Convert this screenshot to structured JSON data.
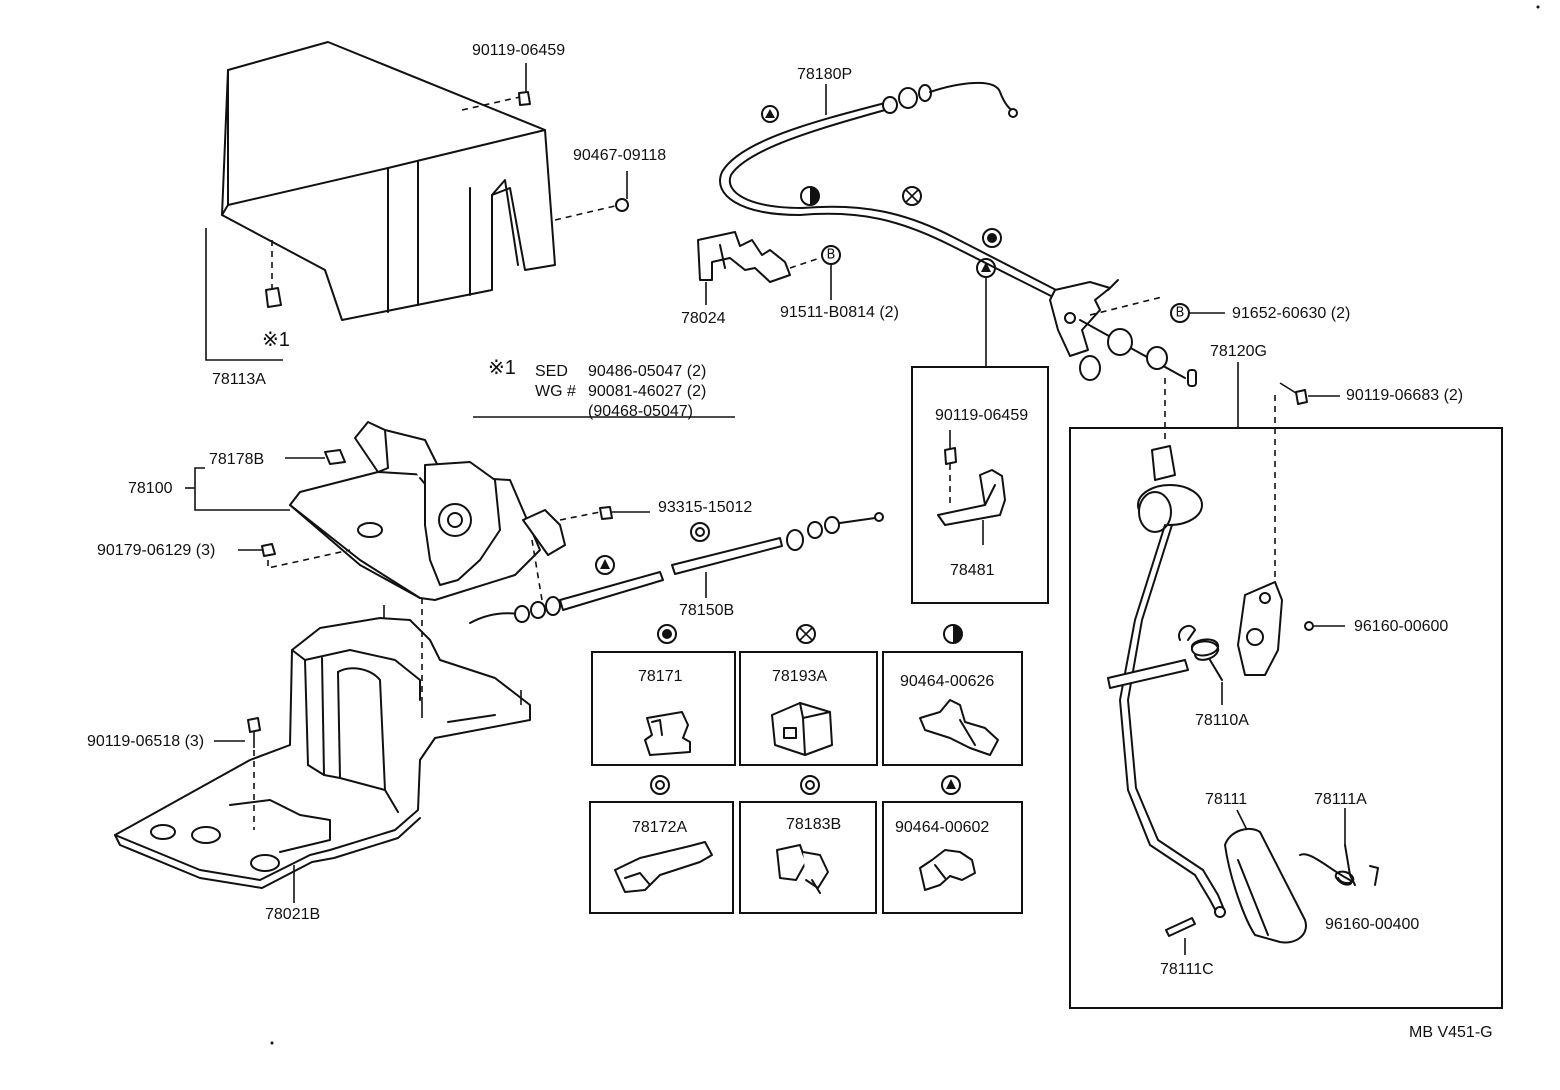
{
  "diagram": {
    "code": "MB  V451-G",
    "legend": {
      "symbol": "※1",
      "lines": [
        {
          "model": "SED",
          "part": "90486-05047 (2)"
        },
        {
          "model": "WG #",
          "part": "90081-46027 (2)"
        },
        {
          "model": "",
          "part": "(90468-05047)"
        }
      ]
    },
    "parts": {
      "p90119_06459_top": "90119-06459",
      "p90467_09118": "90467-09118",
      "p78113A": "78113A",
      "p_ref1": "※1",
      "p78180P": "78180P",
      "p78024": "78024",
      "p91511_B0814": "91511-B0814 (2)",
      "p91652_60630": "91652-60630 (2)",
      "p78120G": "78120G",
      "p90119_06683": "90119-06683 (2)",
      "p78178B": "78178B",
      "p78100": "78100",
      "p93315_15012": "93315-15012",
      "p90179_06129": "90179-06129 (3)",
      "p78150B": "78150B",
      "p90119_06459_box": "90119-06459",
      "p78481": "78481",
      "p96160_00600": "96160-00600",
      "p78110A": "78110A",
      "p90119_06518": "90119-06518 (3)",
      "p78021B": "78021B",
      "p78171": "78171",
      "p78193A": "78193A",
      "p90464_00626": "90464-00626",
      "p78172A": "78172A",
      "p78183B": "78183B",
      "p90464_00602": "90464-00602",
      "p78111": "78111",
      "p78111A": "78111A",
      "p96160_00400": "96160-00400",
      "p78111C": "78111C"
    },
    "symbols": {
      "b": "B",
      "triangle": "triangle-in-circle",
      "half": "half-filled-circle",
      "cross": "crossed-circle",
      "filled": "filled-dot-circle",
      "double": "double-circle"
    }
  }
}
